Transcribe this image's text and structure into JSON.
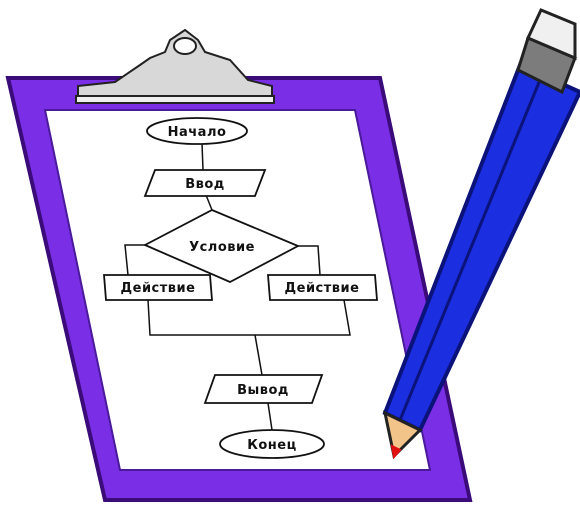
{
  "flowchart": {
    "start": "Начало",
    "input": "Ввод",
    "condition": "Условие",
    "action_left": "Действие",
    "action_right": "Действие",
    "output": "Вывод",
    "end": "Конец"
  },
  "colors": {
    "board": "#7a2ee6",
    "board_edge": "#3b0b7a",
    "paper": "#ffffff",
    "clip": "#d8d8d8",
    "pencil_body": "#1b2ee0",
    "pencil_dark": "#0b137a",
    "eraser": "#f0f0f0",
    "ferrule": "#7c7c7c",
    "wood": "#f2c48a",
    "lead": "#e01010"
  },
  "icons": {
    "clipboard": "clipboard-icon",
    "pencil": "pencil-icon"
  }
}
